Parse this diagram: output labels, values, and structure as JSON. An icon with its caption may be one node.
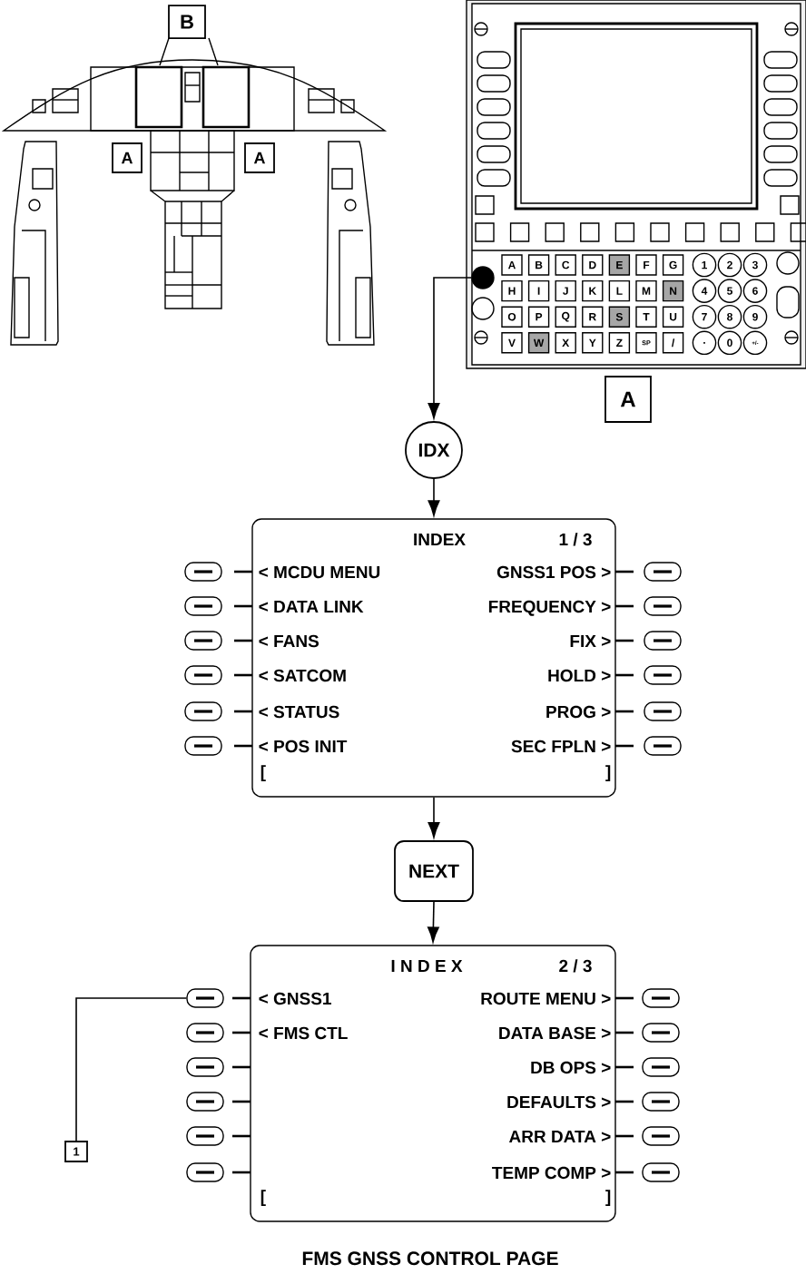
{
  "diagram": {
    "caption": "FMS GNSS CONTROL PAGE",
    "nodes": [
      {
        "text": [
          "B"
        ]
      },
      {
        "text": [
          "A"
        ]
      },
      {
        "text": [
          "A"
        ]
      },
      {
        "text": [],
        "shape": "circle"
      },
      {
        "text": [
          "A"
        ]
      },
      {
        "text": [
          "IDX"
        ]
      },
      {
        "text": [
          "INDEX",
          "1 / 3",
          "< MCDU MENU",
          "GNSS1 POS >",
          "< DATA LINK",
          "FREQUENCY >",
          "< FANS",
          "FIX >",
          "< SATCOM",
          "HOLD >",
          "< STATUS",
          "PROG >",
          "< POS INIT",
          "SEC FPLN >",
          "[",
          "]"
        ]
      },
      {
        "text": [
          "NEXT"
        ]
      },
      {
        "text": [
          "I N D E X",
          "2 / 3",
          "< GNSS1",
          "ROUTE MENU >",
          "< FMS CTL",
          "DATA BASE >",
          "DB OPS >",
          "DEFAULTS >",
          "ARR DATA >",
          "TEMP COMP >",
          "[",
          "]"
        ]
      },
      {
        "text": [],
        "shape": "oval"
      },
      {
        "text": [
          "1"
        ]
      }
    ],
    "edges": [
      {
        "from": 3,
        "to": 5,
        "arrow": "to"
      },
      {
        "from": 5,
        "to": 6,
        "arrow": "to"
      },
      {
        "from": 6,
        "to": 7,
        "arrow": "to"
      },
      {
        "from": 7,
        "to": 8,
        "arrow": "to"
      },
      {
        "from": 10,
        "to": 9,
        "arrow": "none"
      }
    ],
    "labels": [
      "A",
      "B",
      "C",
      "D",
      "E",
      "F",
      "G",
      "1",
      "2",
      "3",
      "H",
      "I",
      "J",
      "K",
      "L",
      "M",
      "N",
      "4",
      "5",
      "6",
      "O",
      "P",
      "Q",
      "R",
      "S",
      "T",
      "U",
      "7",
      "8",
      "9",
      "V",
      "W",
      "X",
      "Y",
      "Z",
      "SP",
      "/",
      ".",
      "0",
      "+/-"
    ]
  }
}
